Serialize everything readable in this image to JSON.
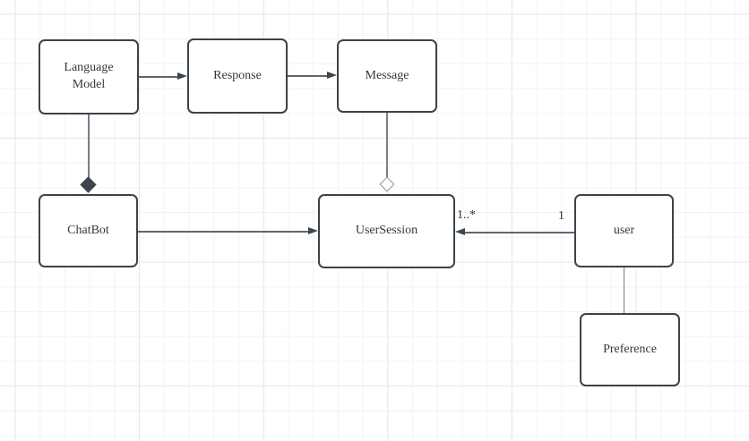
{
  "canvas": {
    "background_color": "#ffffff",
    "grid_minor_color": "#f2f3f4",
    "grid_major_color": "#e4e6e9"
  },
  "style": {
    "node_fill": "#ffffff",
    "node_border_color": "#3b434c",
    "text_color": "#33383e",
    "connector_color": "#5f666e",
    "arrowhead_color": "#3e464f",
    "composition_diamond_color": "#3c444d",
    "aggregation_diamond_border_color": "#8b929a"
  },
  "nodes": {
    "language_model": {
      "label": "Language\nModel"
    },
    "response": {
      "label": "Response"
    },
    "message": {
      "label": "Message"
    },
    "chatbot": {
      "label": "ChatBot"
    },
    "user_session": {
      "label": "UserSession"
    },
    "user": {
      "label": "user"
    },
    "preference": {
      "label": "Preference"
    }
  },
  "edges": {
    "user_to_user_session": {
      "target_multiplicity": "1..*",
      "source_multiplicity": "1"
    }
  }
}
